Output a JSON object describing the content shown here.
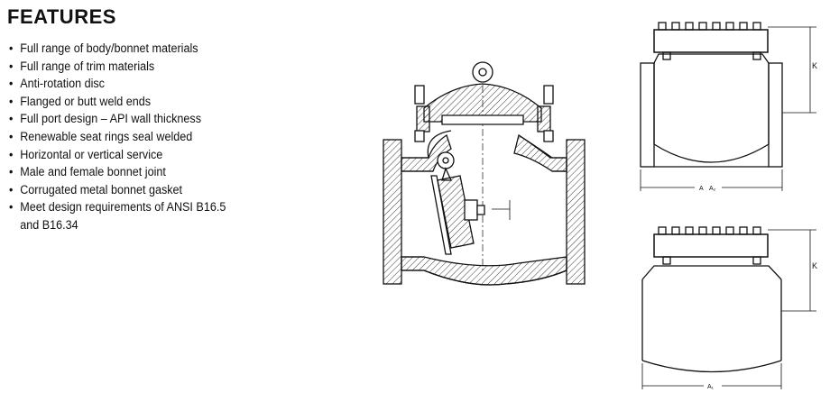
{
  "heading": "FEATURES",
  "features": [
    "Full range of body/bonnet materials",
    "Full range of trim materials",
    "Anti-rotation disc",
    "Flanged or butt weld ends",
    "Full port design – API wall thickness",
    "Renewable seat rings seal welded",
    "Horizontal or vertical service",
    "Male and female bonnet joint",
    "Corrugated metal bonnet gasket",
    "Meet design requirements of ANSI B16.5"
  ],
  "features_continuation": "and B16.34",
  "drawing_labels": {
    "k_top": "K",
    "k_bottom": "K",
    "a_label": "A",
    "a2_label": "A₂",
    "a1_label": "A₁"
  }
}
